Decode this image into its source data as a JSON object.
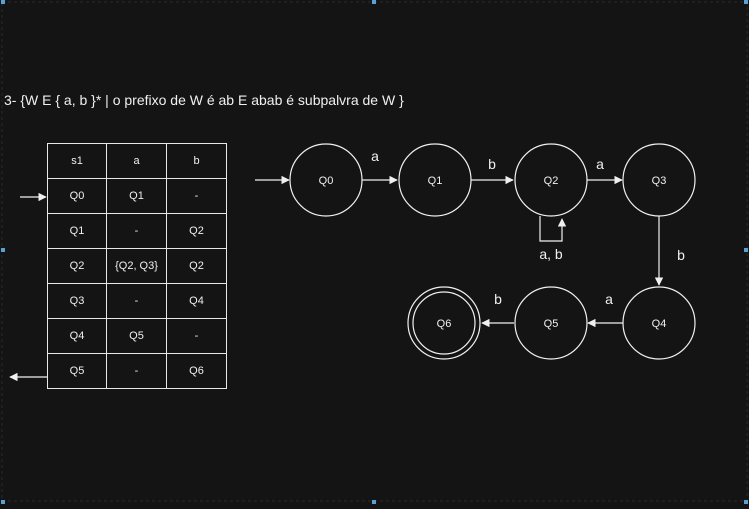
{
  "title": "3- {W E { a, b }* | o prefixo de W é ab E abab é subpalvra de W }",
  "table": {
    "header": [
      "s1",
      "a",
      "b"
    ],
    "rows": [
      [
        "Q0",
        "Q1",
        "-"
      ],
      [
        "Q1",
        "-",
        "Q2"
      ],
      [
        "Q2",
        "{Q2, Q3}",
        "Q2"
      ],
      [
        "Q3",
        "-",
        "Q4"
      ],
      [
        "Q4",
        "Q5",
        "-"
      ],
      [
        "Q5",
        "-",
        "Q6"
      ]
    ]
  },
  "automaton": {
    "states": [
      {
        "id": "Q0",
        "label": "Q0",
        "accepting": false
      },
      {
        "id": "Q1",
        "label": "Q1",
        "accepting": false
      },
      {
        "id": "Q2",
        "label": "Q2",
        "accepting": false
      },
      {
        "id": "Q3",
        "label": "Q3",
        "accepting": false
      },
      {
        "id": "Q4",
        "label": "Q4",
        "accepting": false
      },
      {
        "id": "Q5",
        "label": "Q5",
        "accepting": false
      },
      {
        "id": "Q6",
        "label": "Q6",
        "accepting": true
      }
    ],
    "transitions": [
      {
        "from": "Q0",
        "to": "Q1",
        "label": "a"
      },
      {
        "from": "Q1",
        "to": "Q2",
        "label": "b"
      },
      {
        "from": "Q2",
        "to": "Q2",
        "label": "a, b"
      },
      {
        "from": "Q2",
        "to": "Q3",
        "label": "a"
      },
      {
        "from": "Q3",
        "to": "Q4",
        "label": "b"
      },
      {
        "from": "Q4",
        "to": "Q5",
        "label": "a"
      },
      {
        "from": "Q5",
        "to": "Q6",
        "label": "b"
      }
    ]
  },
  "colors": {
    "background": "#141414",
    "stroke": "#f0f0f0",
    "handle": "#5aa0d0"
  }
}
